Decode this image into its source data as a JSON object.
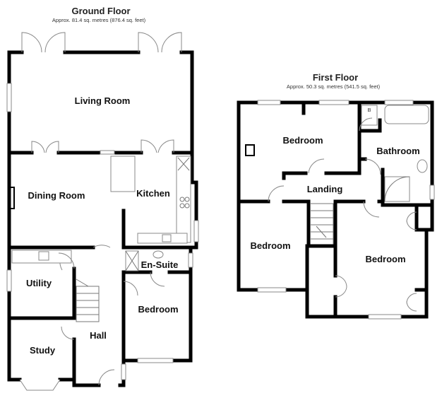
{
  "ground_floor": {
    "title": "Ground Floor",
    "area": "Approx. 81.4 sq. metres (876.4 sq. feet)",
    "rooms": {
      "living_room": "Living Room",
      "dining_room": "Dining Room",
      "kitchen": "Kitchen",
      "utility": "Utility",
      "en_suite": "En-Suite",
      "bedroom": "Bedroom",
      "hall": "Hall",
      "study": "Study"
    }
  },
  "first_floor": {
    "title": "First Floor",
    "area": "Approx. 50.3 sq. metres (541.5 sq. feet)",
    "rooms": {
      "bedroom_1": "Bedroom",
      "bathroom": "Bathroom",
      "landing": "Landing",
      "bedroom_2": "Bedroom",
      "bedroom_3": "Bedroom"
    },
    "fixture_label": "B"
  }
}
